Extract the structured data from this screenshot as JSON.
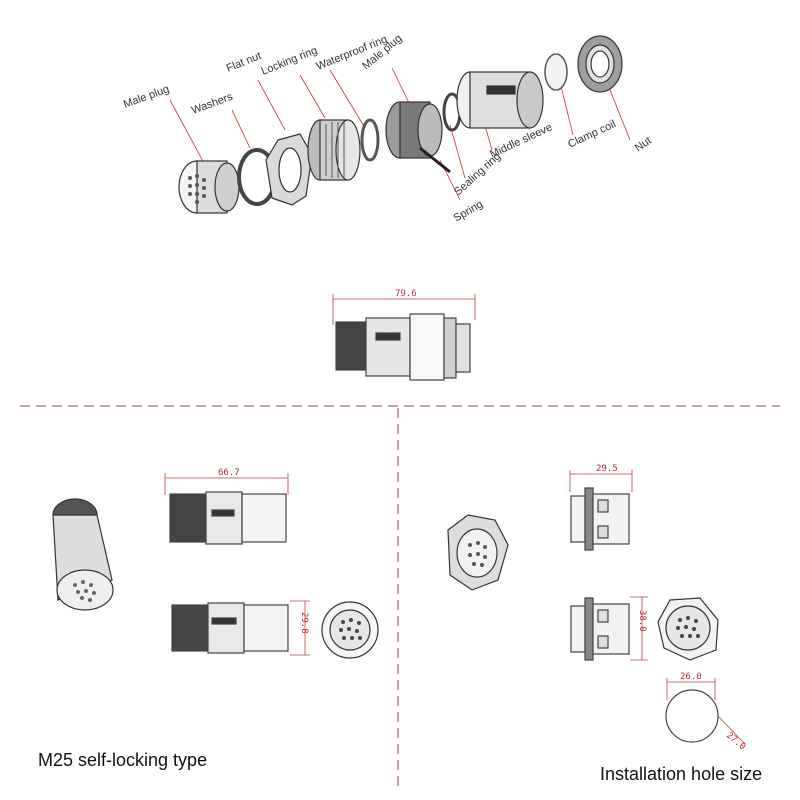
{
  "exploded_view": {
    "labels": [
      "Male plug",
      "Washers",
      "Flat nut",
      "Locking ring",
      "Waterproof ring",
      "Male plug",
      "Middle sleeve",
      "Clamp coil",
      "Nut",
      "Sealing ring",
      "Spring"
    ]
  },
  "dimensions": {
    "assembled_length": "79.6",
    "plug_length": "66.7",
    "plug_diameter": "29.8",
    "socket_length": "29.5",
    "socket_height": "38.0",
    "hole_width": "26.0",
    "hole_side": "27.0"
  },
  "captions": {
    "left": "M25 self-locking type",
    "right": "Installation hole size"
  },
  "colors": {
    "dimension_line": "#c04040",
    "leader_line": "#d03030",
    "divider": "#a04040",
    "outline": "#444444"
  }
}
